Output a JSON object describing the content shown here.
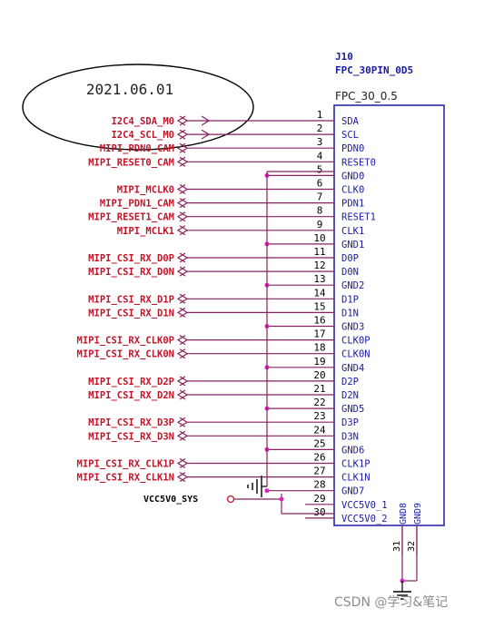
{
  "annotation": {
    "date": "2021.06.01"
  },
  "part": {
    "ref": "J10",
    "value": "FPC_30PIN_0D5",
    "footprint": "FPC_30_0.5"
  },
  "power": {
    "vcc_label": "VCC5V0_SYS"
  },
  "watermark": "CSDN @学习&笔记",
  "colors": {
    "net_text": "#c0162a",
    "wire": "#8a2060",
    "box": "#1a1aa6",
    "junction": "#e020c0",
    "pin_name": "#1a1aa6",
    "pin_num": "#000000"
  },
  "pins": [
    {
      "num": "1",
      "name": "SDA",
      "net": "I2C4_SDA_M0"
    },
    {
      "num": "2",
      "name": "SCL",
      "net": "I2C4_SCL_M0"
    },
    {
      "num": "3",
      "name": "PDN0",
      "net": "MIPI_PDN0_CAM"
    },
    {
      "num": "4",
      "name": "RESET0",
      "net": "MIPI_RESET0_CAM"
    },
    {
      "num": "5",
      "name": "GND0",
      "net": ""
    },
    {
      "num": "6",
      "name": "CLK0",
      "net": "MIPI_MCLK0"
    },
    {
      "num": "7",
      "name": "PDN1",
      "net": "MIPI_PDN1_CAM"
    },
    {
      "num": "8",
      "name": "RESET1",
      "net": "MIPI_RESET1_CAM"
    },
    {
      "num": "9",
      "name": "CLK1",
      "net": "MIPI_MCLK1"
    },
    {
      "num": "10",
      "name": "GND1",
      "net": ""
    },
    {
      "num": "11",
      "name": "D0P",
      "net": "MIPI_CSI_RX_D0P"
    },
    {
      "num": "12",
      "name": "D0N",
      "net": "MIPI_CSI_RX_D0N"
    },
    {
      "num": "13",
      "name": "GND2",
      "net": ""
    },
    {
      "num": "14",
      "name": "D1P",
      "net": "MIPI_CSI_RX_D1P"
    },
    {
      "num": "15",
      "name": "D1N",
      "net": "MIPI_CSI_RX_D1N"
    },
    {
      "num": "16",
      "name": "GND3",
      "net": ""
    },
    {
      "num": "17",
      "name": "CLK0P",
      "net": "MIPI_CSI_RX_CLK0P"
    },
    {
      "num": "18",
      "name": "CLK0N",
      "net": "MIPI_CSI_RX_CLK0N"
    },
    {
      "num": "19",
      "name": "GND4",
      "net": ""
    },
    {
      "num": "20",
      "name": "D2P",
      "net": "MIPI_CSI_RX_D2P"
    },
    {
      "num": "21",
      "name": "D2N",
      "net": "MIPI_CSI_RX_D2N"
    },
    {
      "num": "22",
      "name": "GND5",
      "net": ""
    },
    {
      "num": "23",
      "name": "D3P",
      "net": "MIPI_CSI_RX_D3P"
    },
    {
      "num": "24",
      "name": "D3N",
      "net": "MIPI_CSI_RX_D3N"
    },
    {
      "num": "25",
      "name": "GND6",
      "net": ""
    },
    {
      "num": "26",
      "name": "CLK1P",
      "net": "MIPI_CSI_RX_CLK1P"
    },
    {
      "num": "27",
      "name": "CLK1N",
      "net": "MIPI_CSI_RX_CLK1N"
    },
    {
      "num": "28",
      "name": "GND7",
      "net": ""
    },
    {
      "num": "29",
      "name": "VCC5V0_1",
      "net": ""
    },
    {
      "num": "30",
      "name": "VCC5V0_2",
      "net": ""
    }
  ],
  "bottom_pins": [
    {
      "num": "31",
      "name": "GND8"
    },
    {
      "num": "32",
      "name": "GND9"
    }
  ]
}
